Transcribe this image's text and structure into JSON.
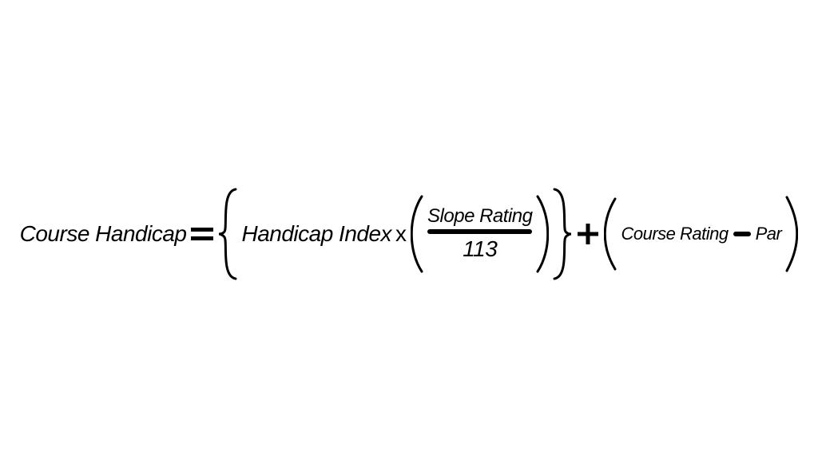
{
  "formula": {
    "result": "Course Handicap",
    "equals": "=",
    "handicap_index": "Handicap Index",
    "times": "x",
    "numerator": "Slope Rating",
    "denominator": "113",
    "plus": "+",
    "course_rating": "Course Rating",
    "minus": "−",
    "par": "Par"
  },
  "colors": {
    "ink": "#000000",
    "background": "#ffffff"
  }
}
